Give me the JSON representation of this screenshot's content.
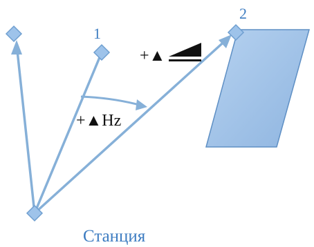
{
  "colors": {
    "line": "#86b0d8",
    "node_fill": "#9ec3ea",
    "node_stroke": "#6f9fd0",
    "panel_fill": "#9dbfe6",
    "panel_stroke": "#5e8fc4",
    "label_blue": "#3d7cc1",
    "text_dark": "#111111"
  },
  "labels": {
    "point1": "1",
    "point2": "2",
    "hz_prefix": "+▲",
    "hz_suffix": "Hz",
    "dist_prefix": "+▲",
    "station": "Станция"
  },
  "icons": {
    "distance": "slope-distance-icon",
    "arrowhead": "arrowhead-icon",
    "node": "diamond-node-icon"
  }
}
